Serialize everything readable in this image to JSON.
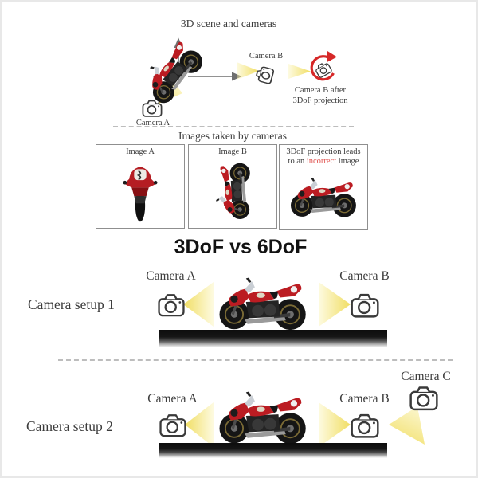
{
  "top_scene": {
    "title": "3D scene and cameras",
    "camera_a_label": "Camera A",
    "camera_b_label": "Camera B",
    "camera_b_after_line1": "Camera B after",
    "camera_b_after_line2": "3DoF projection"
  },
  "images_section": {
    "title": "Images taken by cameras",
    "box_a_label": "Image A",
    "box_b_label": "Image B",
    "box_c_line1": "3DoF projection leads",
    "box_c_line2_pre": "to an",
    "box_c_incorrect": "incorrect",
    "box_c_line2_post": "image"
  },
  "divider_title": "3DoF vs 6DoF",
  "setup1": {
    "label": "Camera setup 1",
    "camera_a_label": "Camera A",
    "camera_b_label": "Camera B"
  },
  "setup2": {
    "label": "Camera setup 2",
    "camera_a_label": "Camera A",
    "camera_b_label": "Camera B",
    "camera_c_label": "Camera C"
  },
  "colors": {
    "incorrect_red": "#e0524e",
    "cone_yellow": "#f0dc5a",
    "rotation_arrow_red": "#d62828",
    "motorcycle_red": "#bb1c22",
    "ground_dark": "#0d0d0d",
    "text_gray": "#3c3c3c"
  }
}
